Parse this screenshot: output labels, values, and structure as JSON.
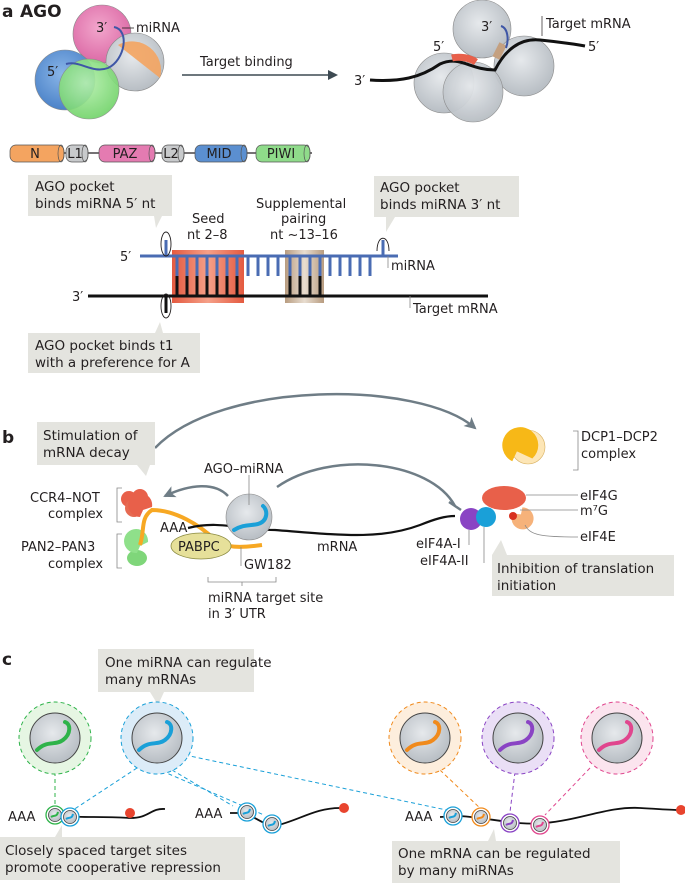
{
  "figure": {
    "panels": {
      "a": {
        "label": "a",
        "title": "AGO",
        "mirna_label": "miRNA",
        "three_prime": "3′",
        "five_prime": "5′",
        "arrow_label": "Target binding",
        "target_mrna_label": "Target mRNA",
        "domains": [
          {
            "name": "N",
            "color": "#f4a460"
          },
          {
            "name": "L1",
            "color": "#c8cacc"
          },
          {
            "name": "PAZ",
            "color": "#e47bb1"
          },
          {
            "name": "L2",
            "color": "#c8cacc"
          },
          {
            "name": "MID",
            "color": "#5b8fd0"
          },
          {
            "name": "PIWI",
            "color": "#8fdb8a"
          }
        ],
        "pairing": {
          "five_prime": "5′",
          "three_prime": "3′",
          "seed_label_1": "Seed",
          "seed_label_2": "nt 2–8",
          "supp_label_1": "Supplemental",
          "supp_label_2": "pairing",
          "supp_label_3": "nt ~13–16",
          "mirna_label": "miRNA",
          "target_label": "Target mRNA",
          "seed_color": "#e8604a",
          "supp_color": "#c4ad94",
          "mirna_color": "#4a6cb3",
          "target_color": "#111111"
        },
        "callouts": {
          "five_nt": [
            "AGO pocket",
            "binds miRNA 5′ nt"
          ],
          "three_nt": [
            "AGO pocket",
            "binds miRNA 3′ nt"
          ],
          "t1": [
            "AGO pocket binds t1",
            "with a preference for A"
          ]
        }
      },
      "b": {
        "label": "b",
        "callout_decay": [
          "Stimulation of",
          "mRNA decay"
        ],
        "callout_translation": [
          "Inhibition of translation",
          "initiation"
        ],
        "ago_mirna": "AGO–miRNA",
        "ccr4_not": [
          "CCR4–NOT",
          "complex"
        ],
        "pan2_pan3": [
          "PAN2–PAN3",
          "complex"
        ],
        "dcp": [
          "DCP1–DCP2",
          "complex"
        ],
        "aaa": "AAA",
        "pabpc": "PABPC",
        "gw182": "GW182",
        "mrna": "mRNA",
        "target_site": [
          "miRNA target site",
          "in 3′ UTR"
        ],
        "eif4g": "eIF4G",
        "m7g": "m⁷G",
        "eif4e": "eIF4E",
        "eif4a1": "eIF4A-I",
        "eif4a2": "eIF4A-II"
      },
      "c": {
        "label": "c",
        "callout_one_mirna": [
          "One miRNA can regulate",
          "many mRNAs"
        ],
        "callout_cooperative": [
          "Closely spaced target sites",
          "promote cooperative repression"
        ],
        "callout_one_mrna": [
          "One mRNA can be regulated",
          "by many miRNAs"
        ],
        "aaa": "AAA",
        "mirna_colors": {
          "green": "#2fb34a",
          "blue": "#1aa0d8",
          "orange": "#f08a1c",
          "purple": "#8a44c4",
          "pink": "#e0468e"
        }
      }
    },
    "colors": {
      "callout_bg": "#e4e4df",
      "arrow_gray": "#6f7d86",
      "ago_gray": "#c9ced3"
    }
  }
}
